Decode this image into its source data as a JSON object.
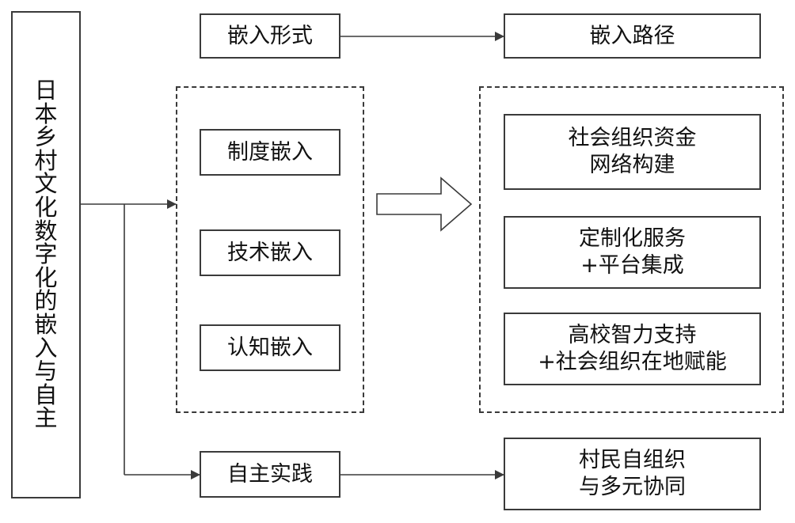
{
  "root": {
    "lines": [
      "日",
      "本",
      "乡",
      "村",
      "文",
      "化",
      "数",
      "字",
      "化",
      "的",
      "嵌",
      "入",
      "与",
      "自",
      "主"
    ]
  },
  "top": {
    "form_label": "嵌入形式",
    "path_label": "嵌入路径"
  },
  "embed_forms": [
    {
      "label": "制度嵌入"
    },
    {
      "label": "技术嵌入"
    },
    {
      "label": "认知嵌入"
    }
  ],
  "embed_paths": [
    {
      "line1": "社会组织资金",
      "line2": "网络构建"
    },
    {
      "line1": "定制化服务",
      "line2": "+平台集成"
    },
    {
      "line1": "高校智力支持",
      "line2": "+社会组织在地赋能"
    }
  ],
  "bottom": {
    "practice_label": "自主实践",
    "outcome_line1": "村民自组织",
    "outcome_line2": "与多元协同"
  },
  "colors": {
    "stroke": "#3a3a3a",
    "text": "#111111"
  }
}
